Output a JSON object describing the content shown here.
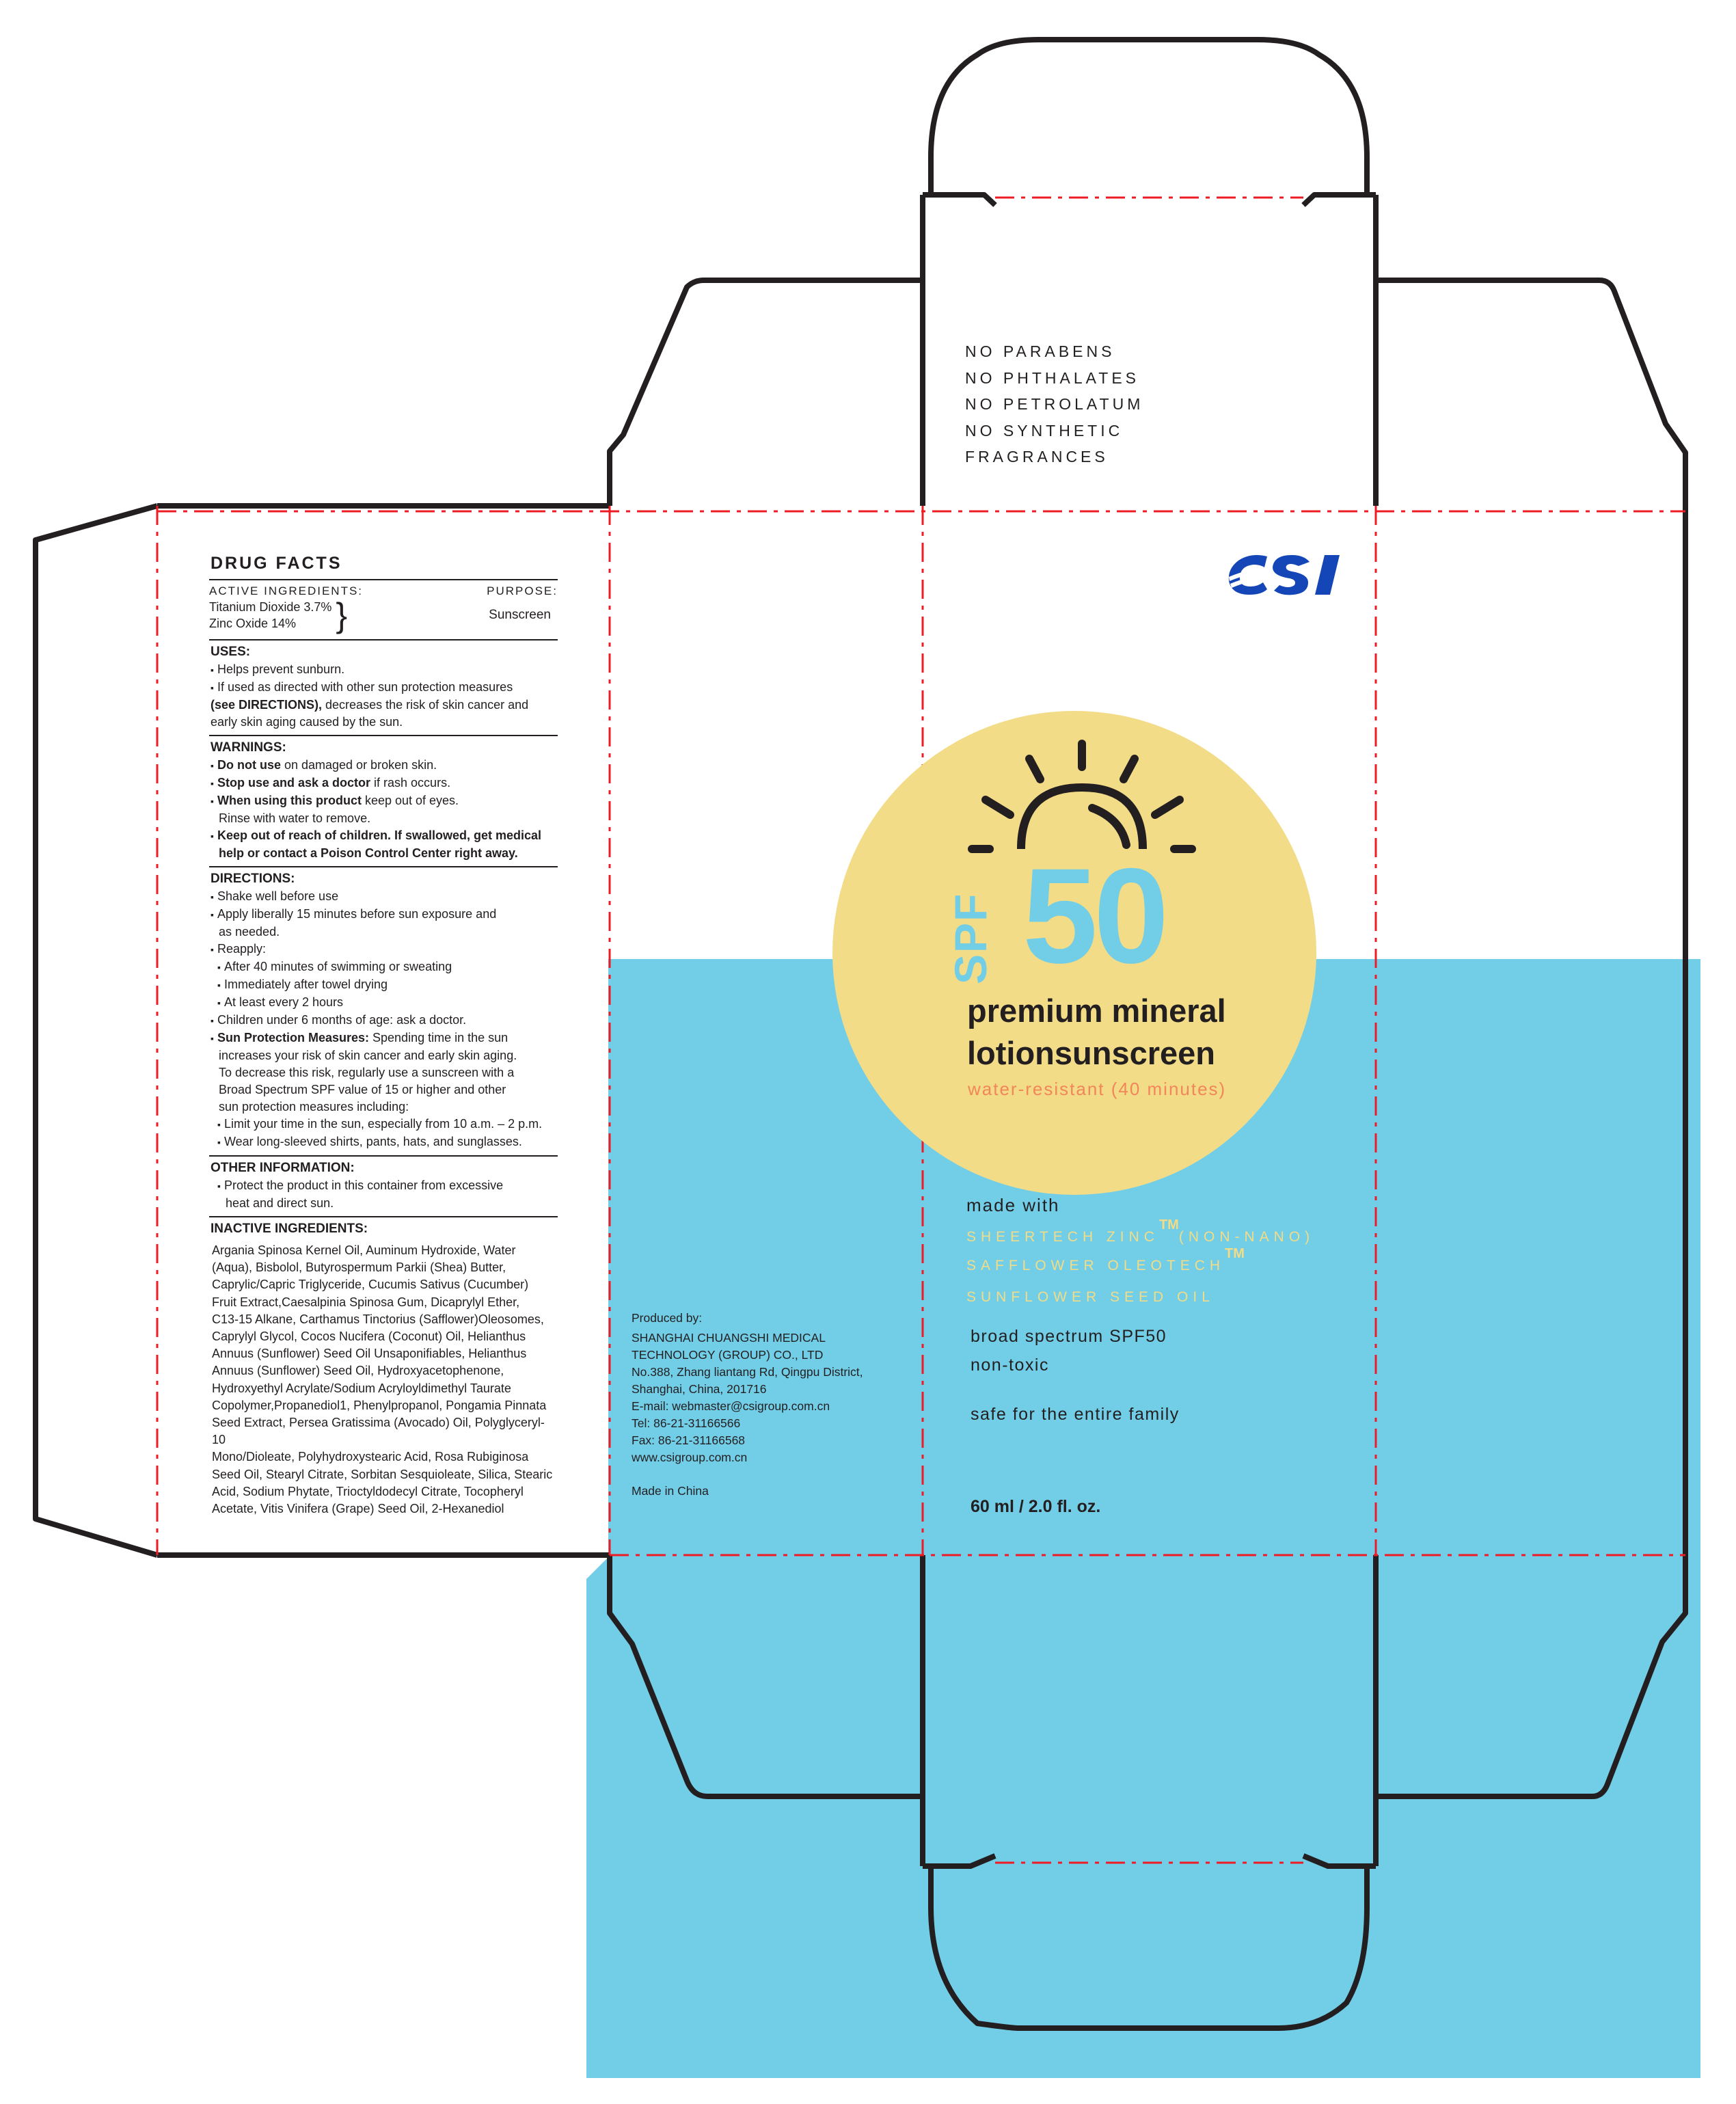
{
  "colors": {
    "cyan_panel": "#72cde7",
    "sun_yellow": "#f2dc87",
    "cut_line": "#231f20",
    "fold_line": "#ed1c24",
    "logo_blue": "#1446b8",
    "accent_orange": "#f2865a"
  },
  "top_claims": [
    "NO PARABENS",
    "NO PHTHALATES",
    "NO PETROLATUM",
    "NO SYNTHETIC",
    "FRAGRANCES"
  ],
  "logo": {
    "text": "CSI",
    "icon": "csi-logo-icon"
  },
  "front": {
    "sun_icon": "sun-rising-icon",
    "spf_label": "SPF",
    "spf_value": "50",
    "product_line1": "premium mineral",
    "product_line2": "lotionsunscreen",
    "water_resistance": "water-resistant (40 minutes)",
    "made_with_label": "made with",
    "made_with_items": [
      {
        "text": "SHEERTECH ZINC",
        "tm": "TM",
        "suffix": "(NON-NANO)"
      },
      {
        "text": "SAFFLOWER OLEOTECH",
        "tm": "TM",
        "suffix": ""
      },
      {
        "text": "SUNFLOWER SEED OIL",
        "tm": "",
        "suffix": ""
      }
    ],
    "features": [
      "broad spectrum SPF50",
      "non-toxic",
      "safe for the entire family"
    ],
    "volume": "60 ml / 2.0 fl. oz."
  },
  "producer": {
    "label": "Produced by:",
    "lines": [
      "SHANGHAI CHUANGSHI MEDICAL",
      "TECHNOLOGY (GROUP) CO., LTD",
      "No.388, Zhang liantang Rd, Qingpu District,",
      "Shanghai, China, 201716",
      "E-mail: webmaster@csigroup.com.cn",
      "Tel: 86-21-31166566",
      "Fax: 86-21-31166568",
      "www.csigroup.com.cn"
    ],
    "origin": "Made in China"
  },
  "drug_facts": {
    "title": "DRUG FACTS",
    "active_label": "ACTIVE INGREDIENTS:",
    "purpose_label": "PURPOSE:",
    "active_ingredients": [
      "Titanium Dioxide 3.7%",
      "Zinc Oxide 14%"
    ],
    "purpose": "Sunscreen",
    "uses": {
      "heading": "USES:",
      "item1": "Helps prevent sunburn.",
      "item2_a": "If used as directed with other sun protection measures",
      "item2_bold": "(see DIRECTIONS),",
      "item2_b": " decreases the risk of skin cancer and",
      "item2_c": "early skin aging caused by the sun."
    },
    "warnings": {
      "heading": "WARNINGS:",
      "w1_bold": "Do not use",
      "w1_rest": " on damaged or broken skin.",
      "w2_bold": "Stop use and ask a doctor",
      "w2_rest": " if rash occurs.",
      "w3_bold": "When using this product",
      "w3_rest": " keep out of eyes.",
      "w3_cont": "Rinse with water to remove.",
      "w4_bold_1": "Keep out of reach of children. If swallowed, get medical",
      "w4_bold_2": "help or contact a Poison Control Center right away."
    },
    "directions": {
      "heading": "DIRECTIONS:",
      "d1": "Shake well before use",
      "d2": "Apply liberally 15 minutes before sun exposure and",
      "d2_cont": "as needed.",
      "d3": "Reapply:",
      "d3_sub": [
        "After 40 minutes of swimming or sweating",
        "Immediately after towel drying",
        "At least every 2 hours"
      ],
      "d4": "Children under 6 months of age: ask a doctor.",
      "d5_bold": "Sun Protection Measures:",
      "d5_rest": " Spending time in the sun",
      "d5_cont": [
        "increases your risk of skin cancer and early skin aging.",
        "To decrease this risk, regularly use a sunscreen with a",
        "Broad Spectrum SPF value of 15 or higher and other",
        "sun protection measures including:"
      ],
      "d5_sub": [
        "Limit your time in the sun, especially from 10 a.m. – 2 p.m.",
        "Wear long-sleeved shirts, pants, hats, and sunglasses."
      ]
    },
    "other_info": {
      "heading": "OTHER INFORMATION:",
      "item": "Protect the product in this container from excessive",
      "item_cont": "heat and direct sun."
    },
    "inactive": {
      "heading": "INACTIVE INGREDIENTS:",
      "lines": [
        "Argania Spinosa Kernel Oil, Auminum Hydroxide, Water",
        "(Aqua), Bisbolol, Butyrospermum Parkii (Shea) Butter,",
        "Caprylic/Capric Triglyceride, Cucumis Sativus (Cucumber)",
        "Fruit Extract,Caesalpinia Spinosa Gum, Dicaprylyl Ether,",
        "C13-15 Alkane, Carthamus Tinctorius (Safflower)Oleosomes,",
        "Caprylyl Glycol, Cocos Nucifera (Coconut) Oil, Helianthus",
        "Annuus (Sunflower) Seed Oil Unsaponifiables, Helianthus",
        "Annuus (Sunflower) Seed Oil, Hydroxyacetophenone,",
        "Hydroxyethyl Acrylate/Sodium Acryloyldimethyl Taurate",
        "Copolymer,Propanediol1, Phenylpropanol, Pongamia Pinnata",
        "Seed Extract, Persea Gratissima (Avocado) Oil, Polyglyceryl-10",
        "Mono/Dioleate, Polyhydroxystearic Acid, Rosa Rubiginosa",
        "Seed Oil, Stearyl Citrate, Sorbitan Sesquioleate, Silica, Stearic",
        "Acid, Sodium Phytate, Trioctyldodecyl Citrate, Tocopheryl",
        "Acetate, Vitis Vinifera (Grape) Seed Oil, 2-Hexanediol"
      ]
    }
  }
}
